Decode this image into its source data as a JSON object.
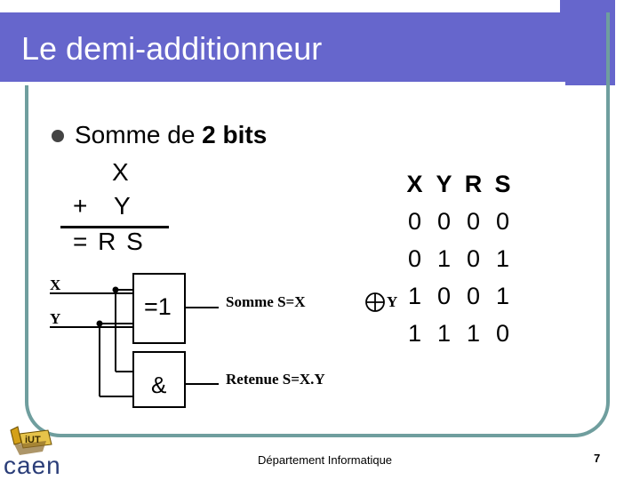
{
  "title": "Le demi-additionneur",
  "bullet": {
    "prefix": "Somme de ",
    "bold": "2 bits"
  },
  "addition": {
    "line1": "X",
    "line2_op": "+",
    "line2_val": "Y",
    "line3": "= R S"
  },
  "truth_table": {
    "headers": [
      "X",
      "Y",
      "R",
      "S"
    ],
    "rows": [
      [
        "0",
        "0",
        "0",
        "0"
      ],
      [
        "0",
        "1",
        "0",
        "1"
      ],
      [
        "1",
        "0",
        "0",
        "1"
      ],
      [
        "1",
        "1",
        "1",
        "0"
      ]
    ]
  },
  "circuit": {
    "input_x": "X",
    "input_y": "Y",
    "xor_gate": "=1",
    "and_gate": "&",
    "sum_label": "Somme S=X",
    "sum_label_end": "Y",
    "carry_label": "Retenue S=X.Y"
  },
  "footer": {
    "center": "Département Informatique",
    "page": "7",
    "logo_text": "caen",
    "logo_mark": "iUT"
  },
  "colors": {
    "title_bar": "#6666cc",
    "frame": "#6f9e9e"
  }
}
